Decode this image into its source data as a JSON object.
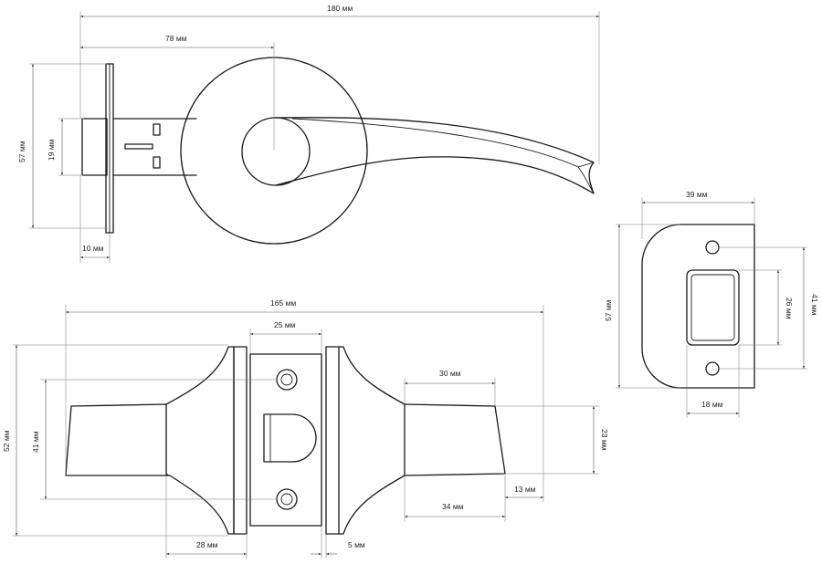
{
  "dimensions": {
    "handle_length": "180 мм",
    "spindle_offset": "78 мм",
    "rose_height": "57 мм",
    "latch_height": "19 мм",
    "faceplate_depth": "10 мм",
    "strike_width": "39 мм",
    "strike_height": "57 мм",
    "strike_opening": "26 мм",
    "strike_hole_spacing": "41 мм",
    "strike_inner_width": "18 мм",
    "assembly_width": "165 мм",
    "backplate_width": "25 мм",
    "grip_length": "30 мм",
    "handle_thickness": "23 мм",
    "overall_height": "52 мм",
    "screw_spacing": "41 мм",
    "lever_length": "34 мм",
    "tip_offset": "13 мм",
    "neck_length": "28 мм",
    "rose_thickness": "5 мм"
  }
}
